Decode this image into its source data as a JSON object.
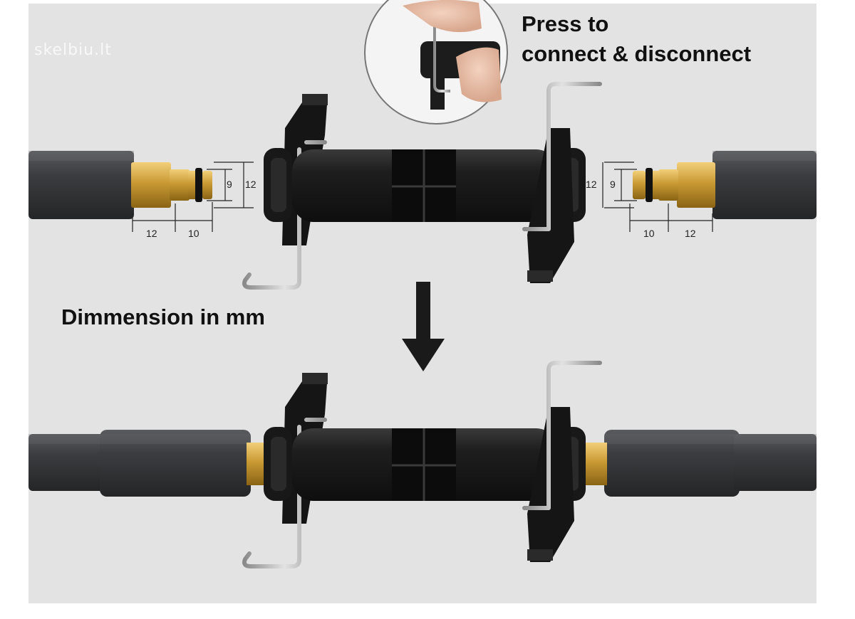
{
  "captions": {
    "press_line1": "Press to",
    "press_line2": "connect  & disconnect",
    "dimension": "Dimmension in mm"
  },
  "watermark": "skelbiu.lt",
  "dimensions": {
    "left_length_outer": "12",
    "left_length_tip": "10",
    "left_diameter_inner": "9",
    "left_diameter_outer": "12",
    "right_diameter_outer": "12",
    "right_diameter_inner": "9",
    "right_length_tip": "10",
    "right_length_outer": "12"
  },
  "colors": {
    "background": "#e6e6e6",
    "hose": "#3a3b3d",
    "brass": "#c99a34",
    "connector": "#1c1c1c",
    "clip_metal": "#b8b8b8",
    "arrow": "#1a1a1a",
    "text": "#111111"
  },
  "icons": {
    "direction_arrow": "arrow-down-icon",
    "inset_hand": "hand-pressing-clip-icon"
  }
}
